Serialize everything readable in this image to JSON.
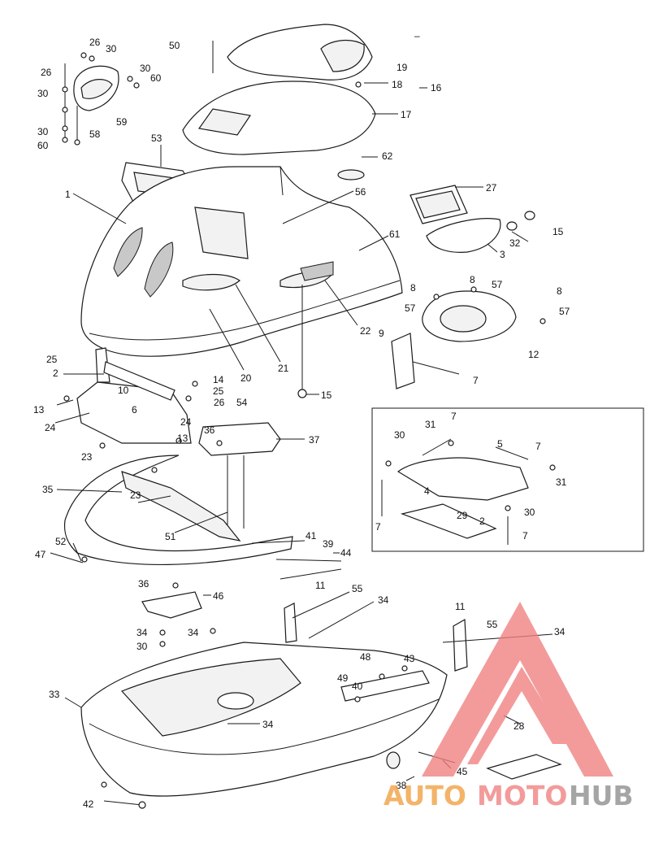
{
  "diagram": {
    "part_numbers": {
      "p1": "1",
      "p2": "2",
      "p2b": "2",
      "p3": "3",
      "p4": "4",
      "p5": "5",
      "p6": "6",
      "p7a": "7",
      "p7b": "7",
      "p7c": "7",
      "p7d": "7",
      "p7e": "7",
      "p8a": "8",
      "p8b": "8",
      "p8c": "8",
      "p9": "9",
      "p10": "10",
      "p11a": "11",
      "p11b": "11",
      "p12": "12",
      "p13a": "13",
      "p13b": "13",
      "p14": "14",
      "p15a": "15",
      "p15b": "15",
      "p16": "16",
      "p17": "17",
      "p18": "18",
      "p19": "19",
      "p20": "20",
      "p21": "21",
      "p22": "22",
      "p23a": "23",
      "p23b": "23",
      "p24a": "24",
      "p24b": "24",
      "p25a": "25",
      "p25b": "25",
      "p26a": "26",
      "p26b": "26",
      "p26c": "26",
      "p27": "27",
      "p28": "28",
      "p29": "29",
      "p30a": "30",
      "p30b": "30",
      "p30c": "30",
      "p30d": "30",
      "p30e": "30",
      "p30f": "30",
      "p30g": "30",
      "p31a": "31",
      "p31b": "31",
      "p32": "32",
      "p33": "33",
      "p34a": "34",
      "p34b": "34",
      "p34c": "34",
      "p34d": "34",
      "p34e": "34",
      "p35": "35",
      "p36a": "36",
      "p36b": "36",
      "p37": "37",
      "p38": "38",
      "p39": "39",
      "p40": "40",
      "p41": "41",
      "p42": "42",
      "p43": "43",
      "p44": "44",
      "p45": "45",
      "p46": "46",
      "p47": "47",
      "p48": "48",
      "p49": "49",
      "p50": "50",
      "p51": "51",
      "p52": "52",
      "p53": "53",
      "p54": "54",
      "p55a": "55",
      "p55b": "55",
      "p56": "56",
      "p57a": "57",
      "p57b": "57",
      "p57c": "57",
      "p58": "58",
      "p59": "59",
      "p60a": "60",
      "p60b": "60",
      "p61": "61",
      "p62": "62",
      "dash_mark": "–"
    }
  },
  "watermark": {
    "auto": "AUTO",
    "moto": "MOTO",
    "hub": "HUB",
    "color_red": "#f08080",
    "color_grey": "#8c8c8c"
  }
}
